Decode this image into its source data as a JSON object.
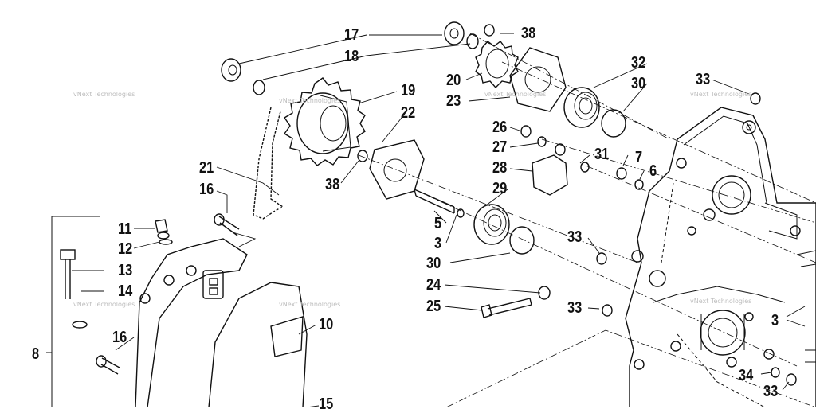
{
  "diagram": {
    "callouts": {
      "c17": "17",
      "c38a": "38",
      "c18": "18",
      "c19": "19",
      "c20": "20",
      "c32": "32",
      "c22": "22",
      "c23": "23",
      "c30a": "30",
      "c33a": "33",
      "c26": "26",
      "c27": "27",
      "c31": "31",
      "c7": "7",
      "c21": "21",
      "c28": "28",
      "c6": "6",
      "c16a": "16",
      "c38b": "38",
      "c29": "29",
      "c5": "5",
      "c11": "11",
      "c3a": "3",
      "c33b": "33",
      "c12": "12",
      "c30b": "30",
      "c13": "13",
      "c14": "14",
      "c24": "24",
      "c25": "25",
      "c33c": "33",
      "c10": "10",
      "c3b": "3",
      "c16b": "16",
      "c8": "8",
      "c34": "34",
      "c33d": "33",
      "c15": "15"
    },
    "watermark": "vNext Technologies"
  }
}
